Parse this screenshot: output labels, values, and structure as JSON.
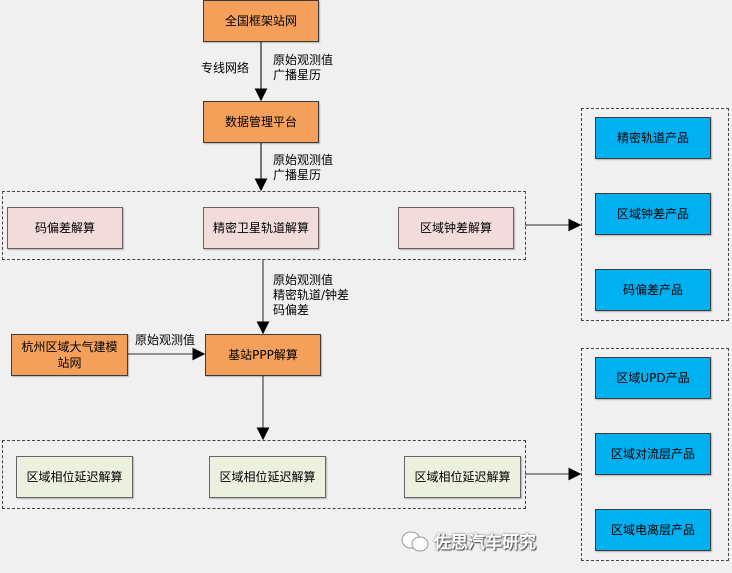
{
  "nodes": {
    "national_network": "全国框架站网",
    "data_platform": "数据管理平台",
    "code_bias_solve": "码偏差解算",
    "orbit_solve": "精密卫星轨道解算",
    "clock_solve": "区域钟差解算",
    "hangzhou_network": "杭州区域大气建模站网",
    "ppp_solve": "基站PPP解算",
    "phase_delay_1": "区域相位延迟解算",
    "phase_delay_2": "区域相位延迟解算",
    "phase_delay_3": "区域相位延迟解算",
    "orbit_product": "精密轨道产品",
    "clock_product": "区域钟差产品",
    "code_bias_product": "码偏差产品",
    "upd_product": "区域UPD产品",
    "troposphere_product": "区域对流层产品",
    "ionosphere_product": "区域电离层产品"
  },
  "edge_labels": {
    "dedicated_network": "专线网络",
    "obs_ephemeris_1": "原始观测值\n广播星历",
    "obs_ephemeris_2": "原始观测值\n广播星历",
    "obs_orbit_clock_bias": "原始观测值\n精密轨道/钟差\n码偏差",
    "raw_obs": "原始观测值"
  },
  "watermark": "佐思汽车研究",
  "colors": {
    "orange": "#f5a05a",
    "pink": "#f2dcdb",
    "green": "#ebf1de",
    "blue": "#00b0f0"
  }
}
